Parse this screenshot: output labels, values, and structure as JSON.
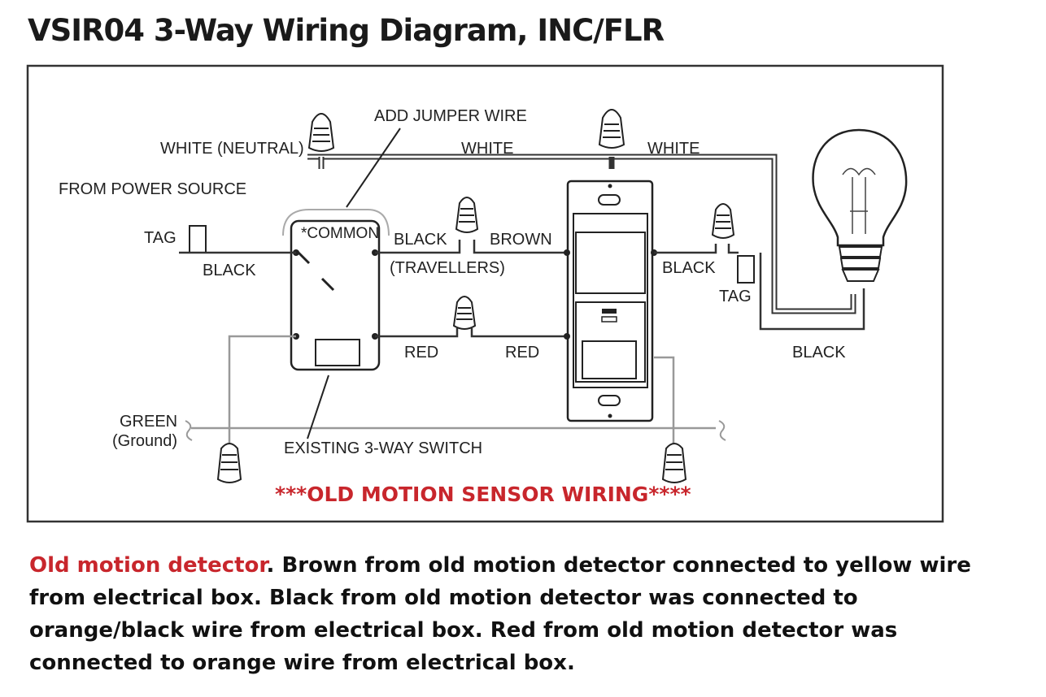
{
  "title": "VSIR04 3-Way Wiring Diagram, INC/FLR",
  "labels": {
    "white_neutral": "WHITE (NEUTRAL)",
    "add_jumper": "ADD JUMPER WIRE",
    "white_mid": "WHITE",
    "white_right": "WHITE",
    "from_power": "FROM POWER SOURCE",
    "tag_left": "TAG",
    "black_left": "BLACK",
    "common": "*COMMON",
    "black_trav": "BLACK",
    "brown": "BROWN",
    "travellers": "(TRAVELLERS)",
    "black_right": "BLACK",
    "tag_right": "TAG",
    "red_left": "RED",
    "red_right": "RED",
    "black_bottom": "BLACK",
    "green": "GREEN",
    "ground": "(Ground)",
    "existing_switch": "EXISTING 3-WAY SWITCH"
  },
  "warning": "***OLD MOTION SENSOR WIRING****",
  "note": {
    "highlight": "Old motion detector",
    "text": ".  Brown from old motion detector connected to yellow wire from electrical box.  Black from old motion detector was connected to orange/black wire from electrical box.  Red from old motion detector was connected to orange wire from electrical box."
  },
  "colors": {
    "warning": "#c8262c",
    "frame": "#333333",
    "ground_wire": "#999999"
  }
}
